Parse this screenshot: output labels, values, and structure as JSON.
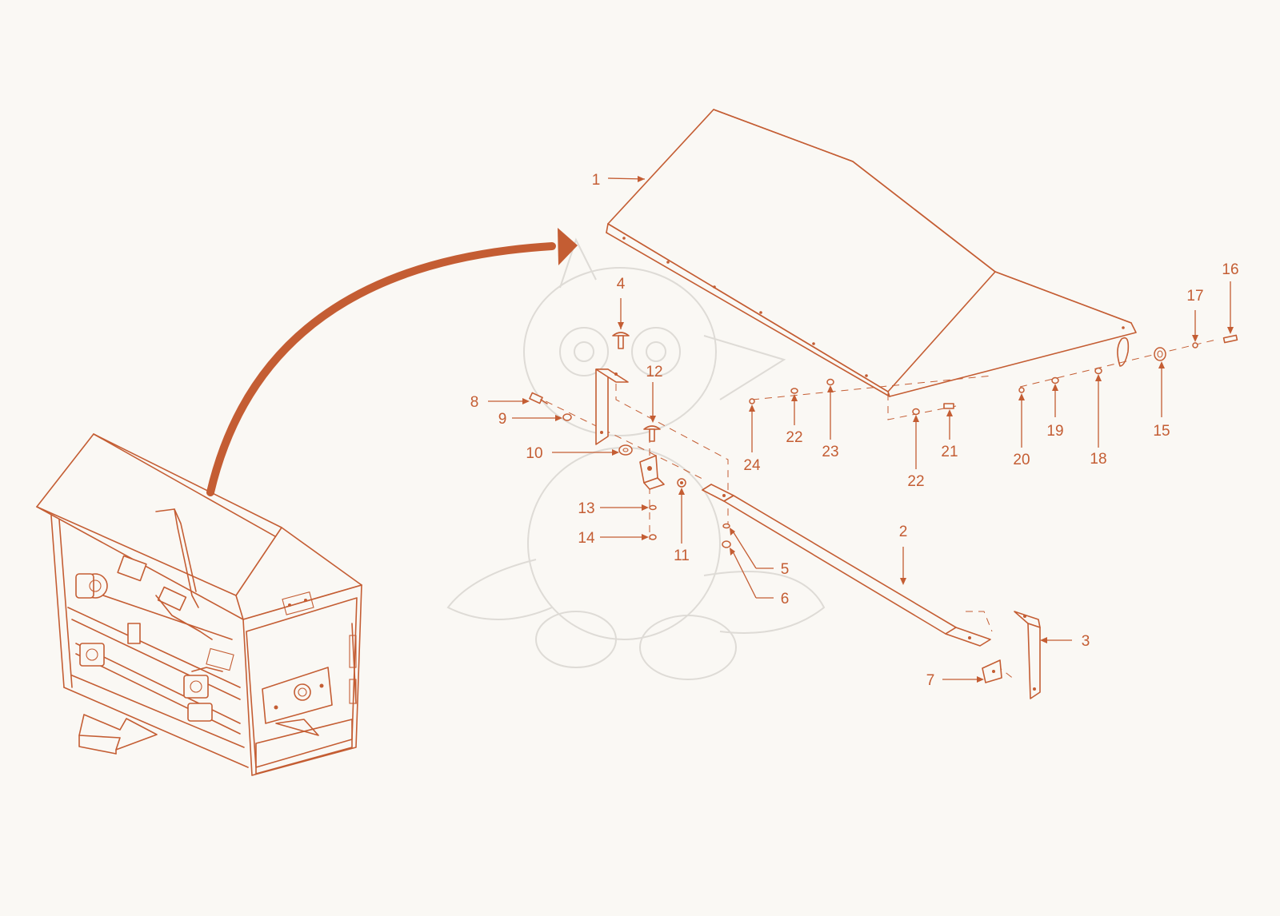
{
  "callouts": [
    {
      "id": "1",
      "label": "1"
    },
    {
      "id": "2",
      "label": "2"
    },
    {
      "id": "3",
      "label": "3"
    },
    {
      "id": "4",
      "label": "4"
    },
    {
      "id": "5",
      "label": "5"
    },
    {
      "id": "6",
      "label": "6"
    },
    {
      "id": "7",
      "label": "7"
    },
    {
      "id": "8",
      "label": "8"
    },
    {
      "id": "9",
      "label": "9"
    },
    {
      "id": "10",
      "label": "10"
    },
    {
      "id": "11",
      "label": "11"
    },
    {
      "id": "12",
      "label": "12"
    },
    {
      "id": "13",
      "label": "13"
    },
    {
      "id": "14",
      "label": "14"
    },
    {
      "id": "15",
      "label": "15"
    },
    {
      "id": "16",
      "label": "16"
    },
    {
      "id": "17",
      "label": "17"
    },
    {
      "id": "18",
      "label": "18"
    },
    {
      "id": "19",
      "label": "19"
    },
    {
      "id": "20",
      "label": "20"
    },
    {
      "id": "21",
      "label": "21"
    },
    {
      "id": "22a",
      "label": "22"
    },
    {
      "id": "22b",
      "label": "22"
    },
    {
      "id": "23",
      "label": "23"
    },
    {
      "id": "24",
      "label": "24"
    }
  ],
  "colors": {
    "line": "#c45d33",
    "background": "#faf8f4",
    "watermark": "#dedbd6"
  },
  "icons": {
    "curved_arrow": "curved-arrow-icon",
    "direction_arrow": "direction-arrow-icon",
    "watermark": "dragon-mascot-watermark"
  }
}
